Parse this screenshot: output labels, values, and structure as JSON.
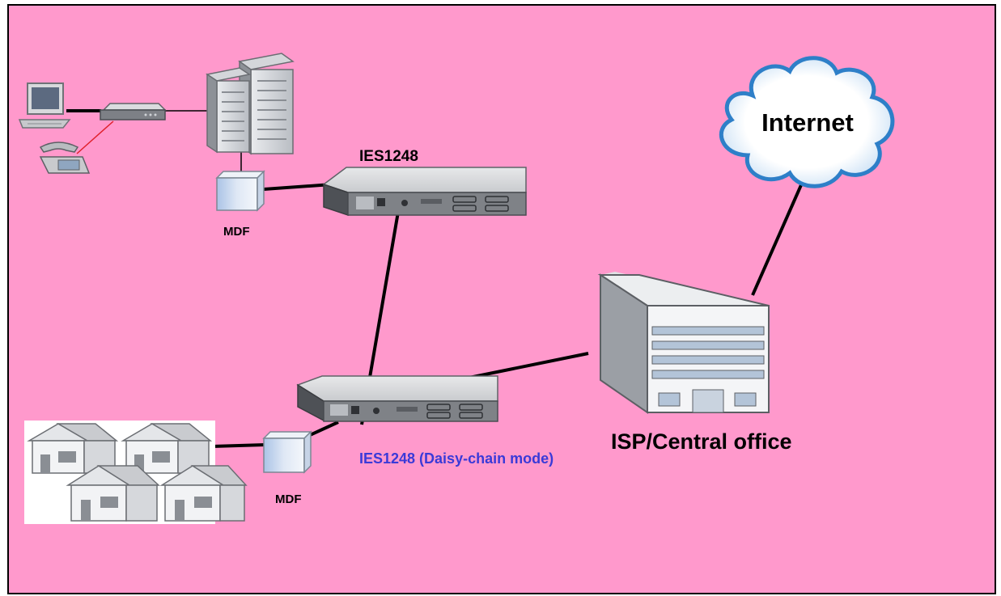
{
  "labels": {
    "internet": "Internet",
    "ies_top": "IES1248",
    "ies_bottom": "IES1248 (Daisy-chain mode)",
    "mdf_top": "MDF",
    "mdf_bottom": "MDF",
    "isp": "ISP/Central office"
  },
  "colors": {
    "background": "#FF99CC",
    "border": "#000000",
    "link": "#000000",
    "phone_link": "#E0202C",
    "daisy_label": "#3A3AD8",
    "cloud_outline": "#2E7FC8",
    "device_gray": "#7F8287"
  },
  "icons": [
    "computer-icon",
    "phone-icon",
    "modem-icon",
    "server-icon",
    "mdf-box-icon",
    "switch-icon",
    "cloud-icon",
    "building-icon",
    "houses-icon"
  ]
}
